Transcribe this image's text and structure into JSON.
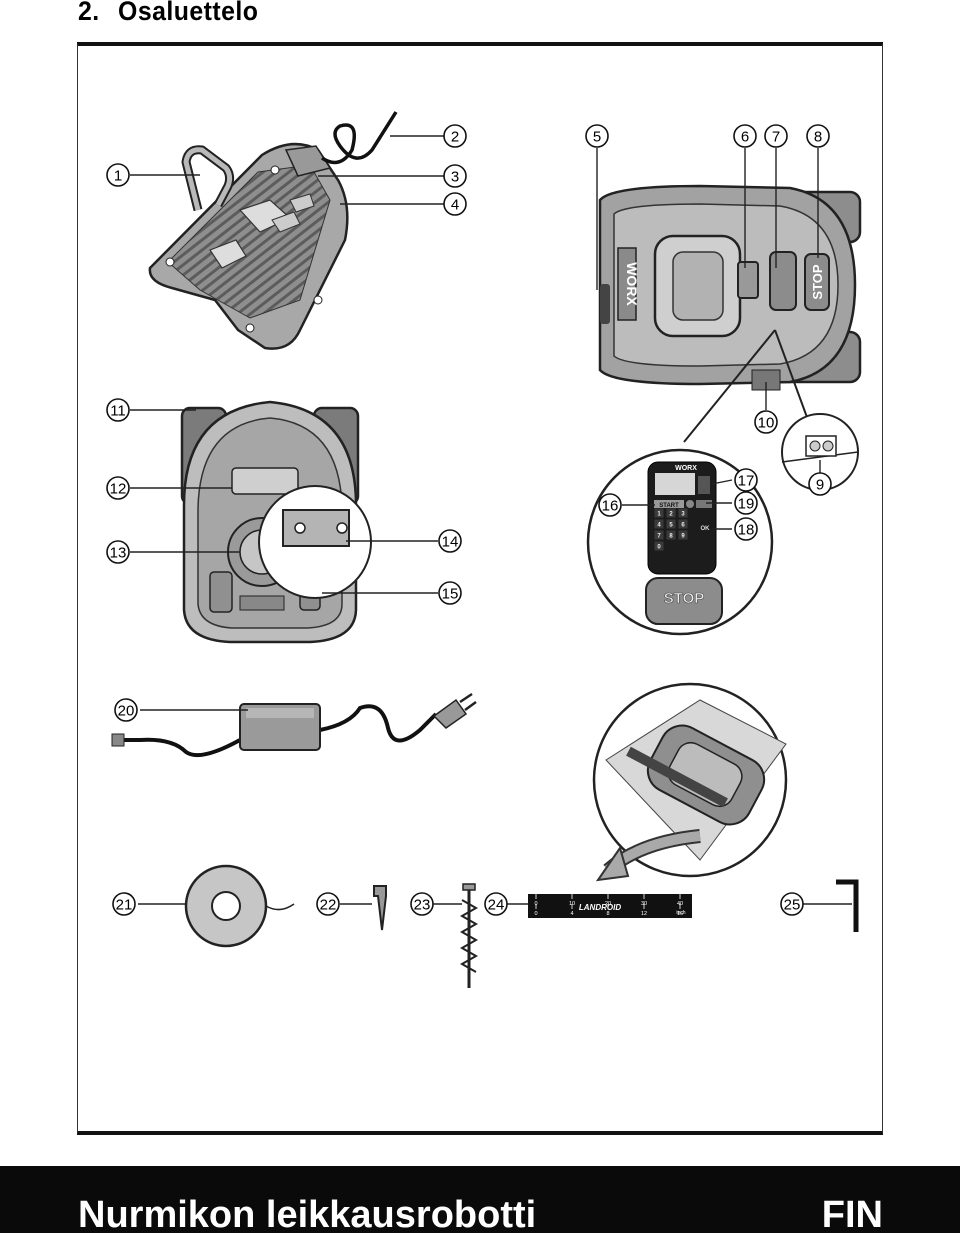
{
  "header": {
    "section_number": "2.",
    "section_title": "Osaluettelo"
  },
  "footer": {
    "title": "Nurmikon leikkausrobotti",
    "language": "FIN"
  },
  "callouts": [
    "1",
    "2",
    "3",
    "4",
    "5",
    "6",
    "7",
    "8",
    "9",
    "10",
    "11",
    "12",
    "13",
    "14",
    "15",
    "16",
    "17",
    "18",
    "19",
    "20",
    "21",
    "22",
    "23",
    "24",
    "25"
  ],
  "labels": {
    "brand": "WORX",
    "stop": "STOP",
    "start": "START",
    "ok": "OK",
    "ruler_brand": "LANDROID",
    "keypad_keys": [
      "1",
      "2",
      "3",
      "4",
      "5",
      "6",
      "7",
      "8",
      "9",
      "0"
    ],
    "ruler_top": [
      "0",
      "10",
      "20",
      "30",
      "40"
    ],
    "ruler_bottom": [
      "0",
      "4",
      "8",
      "12",
      "16"
    ],
    "ruler_unit": "inch"
  }
}
